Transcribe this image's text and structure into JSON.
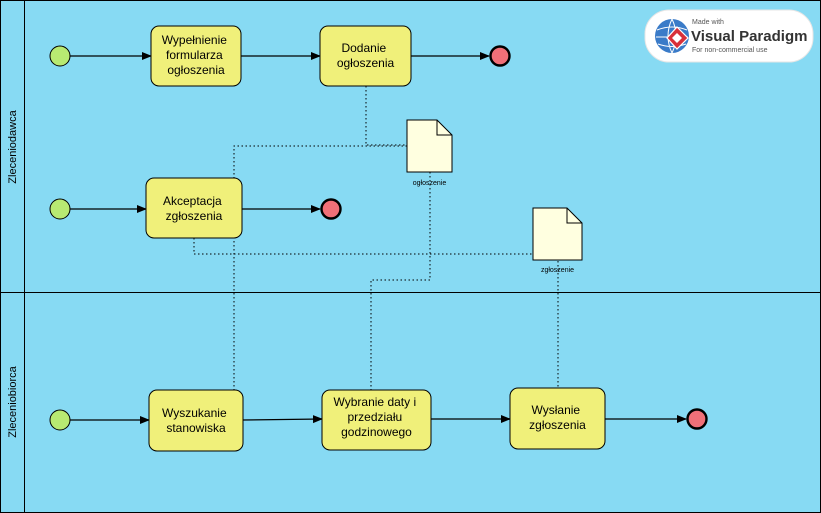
{
  "pool": {
    "lanes": [
      {
        "label": "Zleceniodawca"
      },
      {
        "label": "Zleceniobiorca"
      }
    ]
  },
  "tasks": {
    "wypelnienie": [
      "Wypełnienie",
      "formularza",
      "ogłoszenia"
    ],
    "dodanie": [
      "Dodanie",
      "ogłoszenia"
    ],
    "akceptacja": [
      "Akceptacja",
      "zgłoszenia"
    ],
    "wyszukanie": [
      "Wyszukanie",
      "stanowiska"
    ],
    "wybranie": [
      "Wybranie daty i",
      "przedziału",
      "godzinowego"
    ],
    "wyslanie": [
      "Wysłanie",
      "zgłoszenia"
    ]
  },
  "data_objects": {
    "ogloszenie": "ogłoszenie",
    "zgloszenie": "zgłoszenie"
  },
  "watermark": {
    "line1": "Made with",
    "line2": "Visual Paradigm",
    "line3": "For non-commercial use"
  },
  "colors": {
    "lane_fill": "#87DAF3",
    "task_fill": "#F0F07A",
    "start_fill": "#B8EA72",
    "end_fill": "#F07078",
    "doc_fill": "#FFFFE0",
    "logo_red": "#D8303A",
    "logo_blue": "#3A7BC8"
  }
}
